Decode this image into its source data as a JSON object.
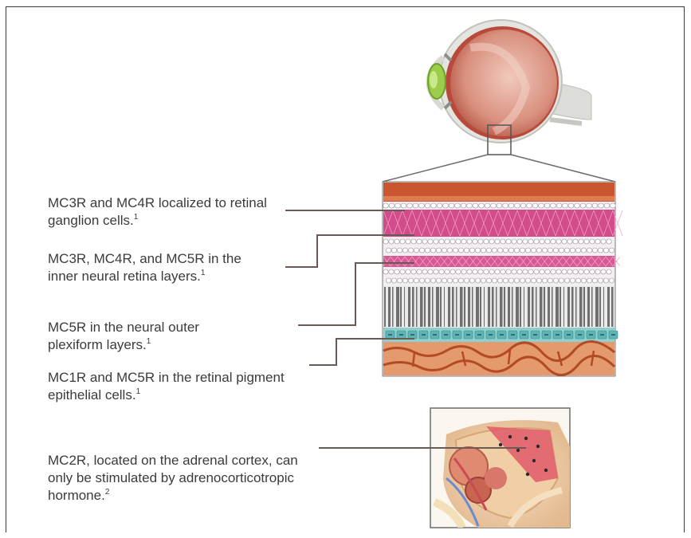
{
  "labels": [
    {
      "text": "MC3R and MC4R localized to retinal ganglion cells.",
      "sup": "1"
    },
    {
      "text": "MC3R, MC4R, and MC5R in the inner neural retina layers.",
      "sup": "1"
    },
    {
      "text": "MC5R in the neural outer plexiform layers.",
      "sup": "1"
    },
    {
      "text": "MC1R and MC5R in the retinal pigment epithelial cells.",
      "sup": "1"
    },
    {
      "text": "MC2R, located on the adrenal cortex, can only be stimulated by adrenocorticotropic hormone.",
      "sup": "2"
    }
  ],
  "colors": {
    "leader_line": "#6a5a55",
    "text": "#3b3b3b",
    "nerve_fiber": "#c9562e",
    "inner_plexiform": "#d24b8a",
    "nuclear_layer": "#f3eef2",
    "photoreceptor": "#707070",
    "pigment_epithelium": "#8fd0cf",
    "choroid": "#c8623a"
  },
  "icons": [
    "eyeball-illustration",
    "retina-cross-section",
    "adrenal-gland-illustration"
  ]
}
